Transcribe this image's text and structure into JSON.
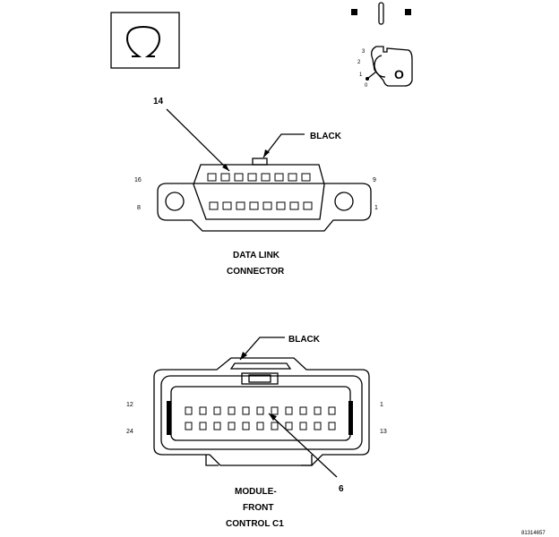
{
  "icons": {
    "ground_symbol": "omega-ground-icon",
    "ignition_key": "ignition-key-icon",
    "key_positions": [
      "3",
      "2",
      "1",
      "0"
    ]
  },
  "dlc": {
    "pin_callout": "14",
    "color_label": "BLACK",
    "pin_top_left": "16",
    "pin_top_right": "9",
    "pin_bottom_left": "8",
    "pin_bottom_right": "1",
    "title_line1": "DATA LINK",
    "title_line2": "CONNECTOR"
  },
  "mfc": {
    "color_label": "BLACK",
    "pin_top_left": "12",
    "pin_top_right": "1",
    "pin_bottom_left": "24",
    "pin_bottom_right": "13",
    "pin_callout": "6",
    "title_line1": "MODULE-",
    "title_line2": "FRONT",
    "title_line3": "CONTROL C1"
  },
  "figure_id": "81314657"
}
